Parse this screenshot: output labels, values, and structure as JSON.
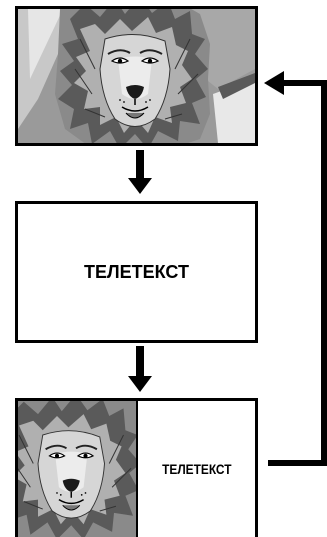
{
  "diagram": {
    "nodes": [
      {
        "id": "tv-picture",
        "kind": "image",
        "depicts": "lion-illustration"
      },
      {
        "id": "teletext-screen",
        "label": "ТЕЛЕТЕКСТ"
      },
      {
        "id": "split-screen",
        "kind": "image+text",
        "depicts": "lion-illustration",
        "label": "ТЕЛЕТЕКСТ"
      }
    ],
    "edges": [
      {
        "from": "tv-picture",
        "to": "teletext-screen"
      },
      {
        "from": "teletext-screen",
        "to": "split-screen"
      },
      {
        "from": "split-screen",
        "to": "tv-picture"
      }
    ],
    "colors": {
      "stroke": "#000000",
      "background": "#ffffff"
    }
  }
}
